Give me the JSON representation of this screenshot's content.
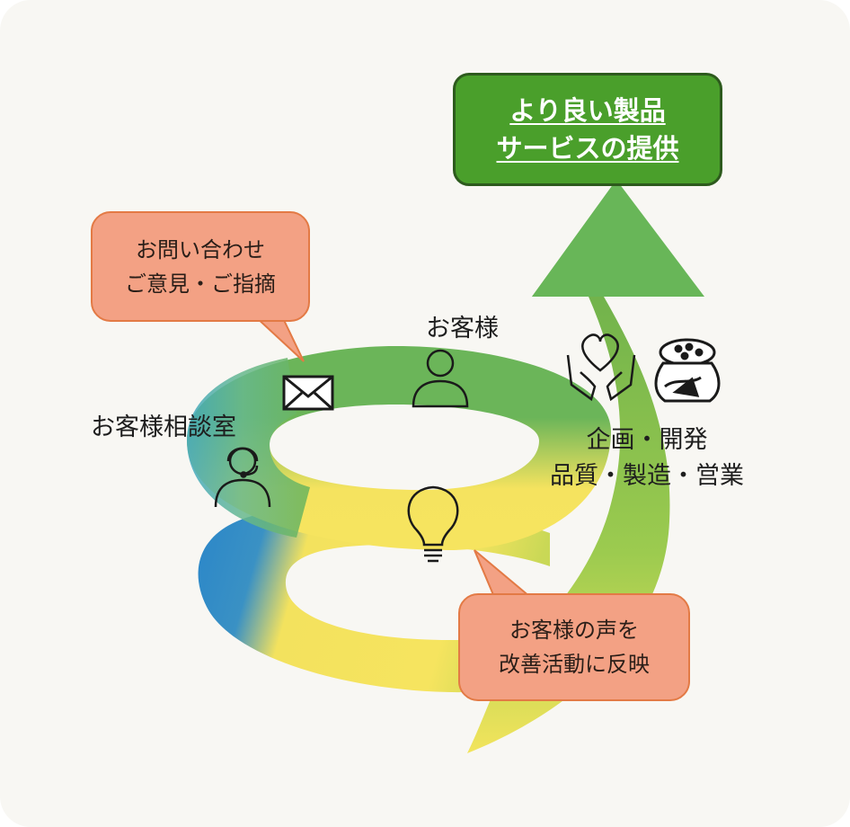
{
  "goal": {
    "line1": "より良い製品",
    "line2": "サービスの提供"
  },
  "bubble_inquiry": {
    "line1": "お問い合わせ",
    "line2": "ご意見・ご指摘"
  },
  "bubble_improve": {
    "line1": "お客様の声を",
    "line2": "改善活動に反映"
  },
  "labels": {
    "customer": "お客様",
    "support_center": "お客様相談室",
    "dept_line1": "企画・開発",
    "dept_line2": "品質・製造・営業"
  },
  "icons": [
    "envelope-icon",
    "person-icon",
    "headset-operator-icon",
    "light-bulb-icon",
    "heart-hands-icon",
    "seed-bag-icon"
  ],
  "colors": {
    "green": "#4a9f2b",
    "arrow_green": "#68b658",
    "yellow": "#f6e45f",
    "blue": "#2a86c9",
    "bubble_fill": "#f3a184",
    "bubble_border": "#e37a45"
  }
}
